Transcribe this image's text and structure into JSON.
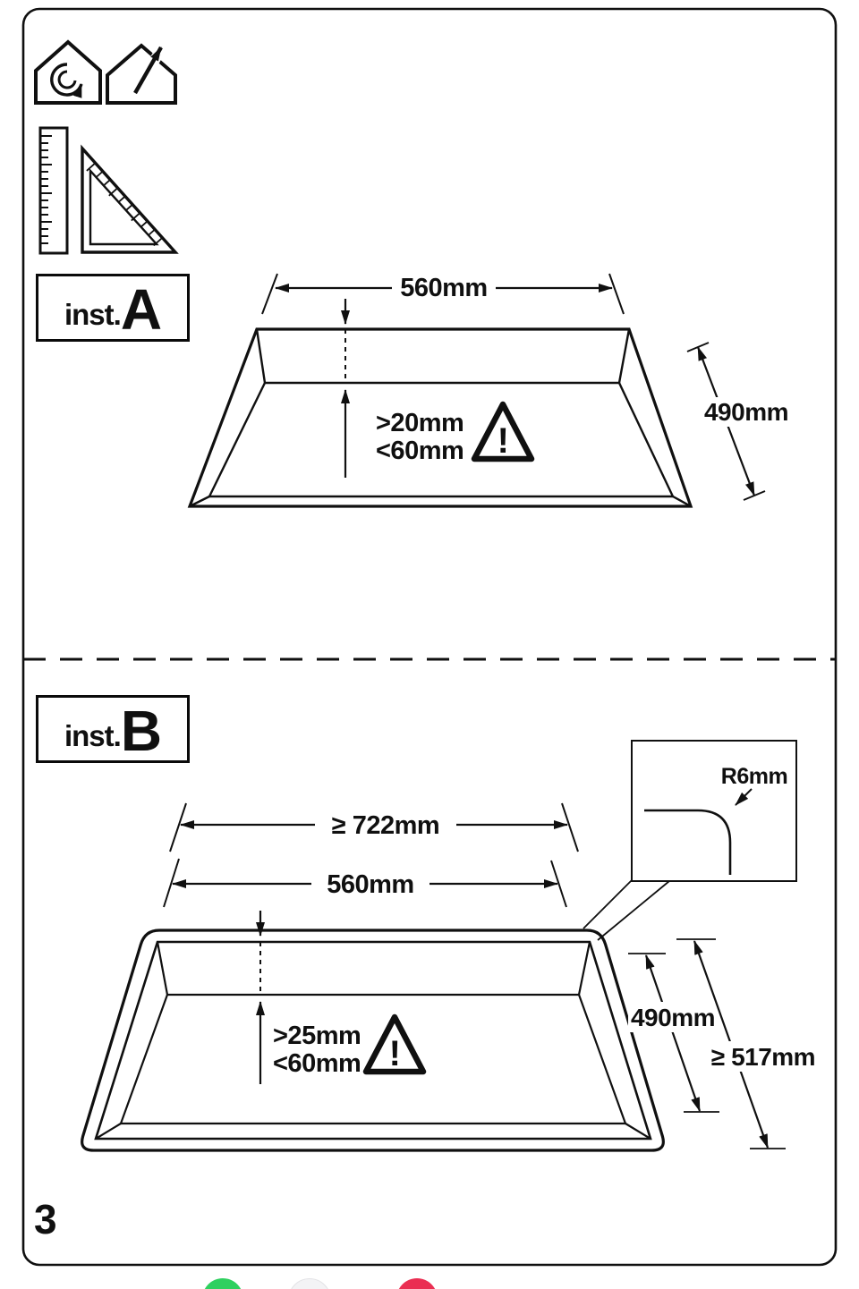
{
  "page": {
    "number": "3"
  },
  "icons": {
    "top_row": [
      "house-recirculation-icon",
      "house-exhaust-icon",
      "ruler-icon",
      "set-square-icon"
    ]
  },
  "inst_a": {
    "prefix": "inst.",
    "letter": "A"
  },
  "inst_b": {
    "prefix": "inst.",
    "letter": "B"
  },
  "diagram_a": {
    "width": "560mm",
    "depth": "490mm",
    "clearance_min": ">20mm",
    "clearance_max": "<60mm",
    "warning_mark": "!"
  },
  "diagram_b": {
    "outer_width": "≥ 722mm",
    "width": "560mm",
    "depth": "490mm",
    "outer_depth": "≥ 517mm",
    "clearance_min": ">25mm",
    "clearance_max": "<60mm",
    "corner_radius": "R6mm",
    "warning_mark": "!"
  },
  "footer_dots": {
    "colors": [
      "#2fd05f",
      "#f3f3f5",
      "#ea2e52"
    ]
  }
}
